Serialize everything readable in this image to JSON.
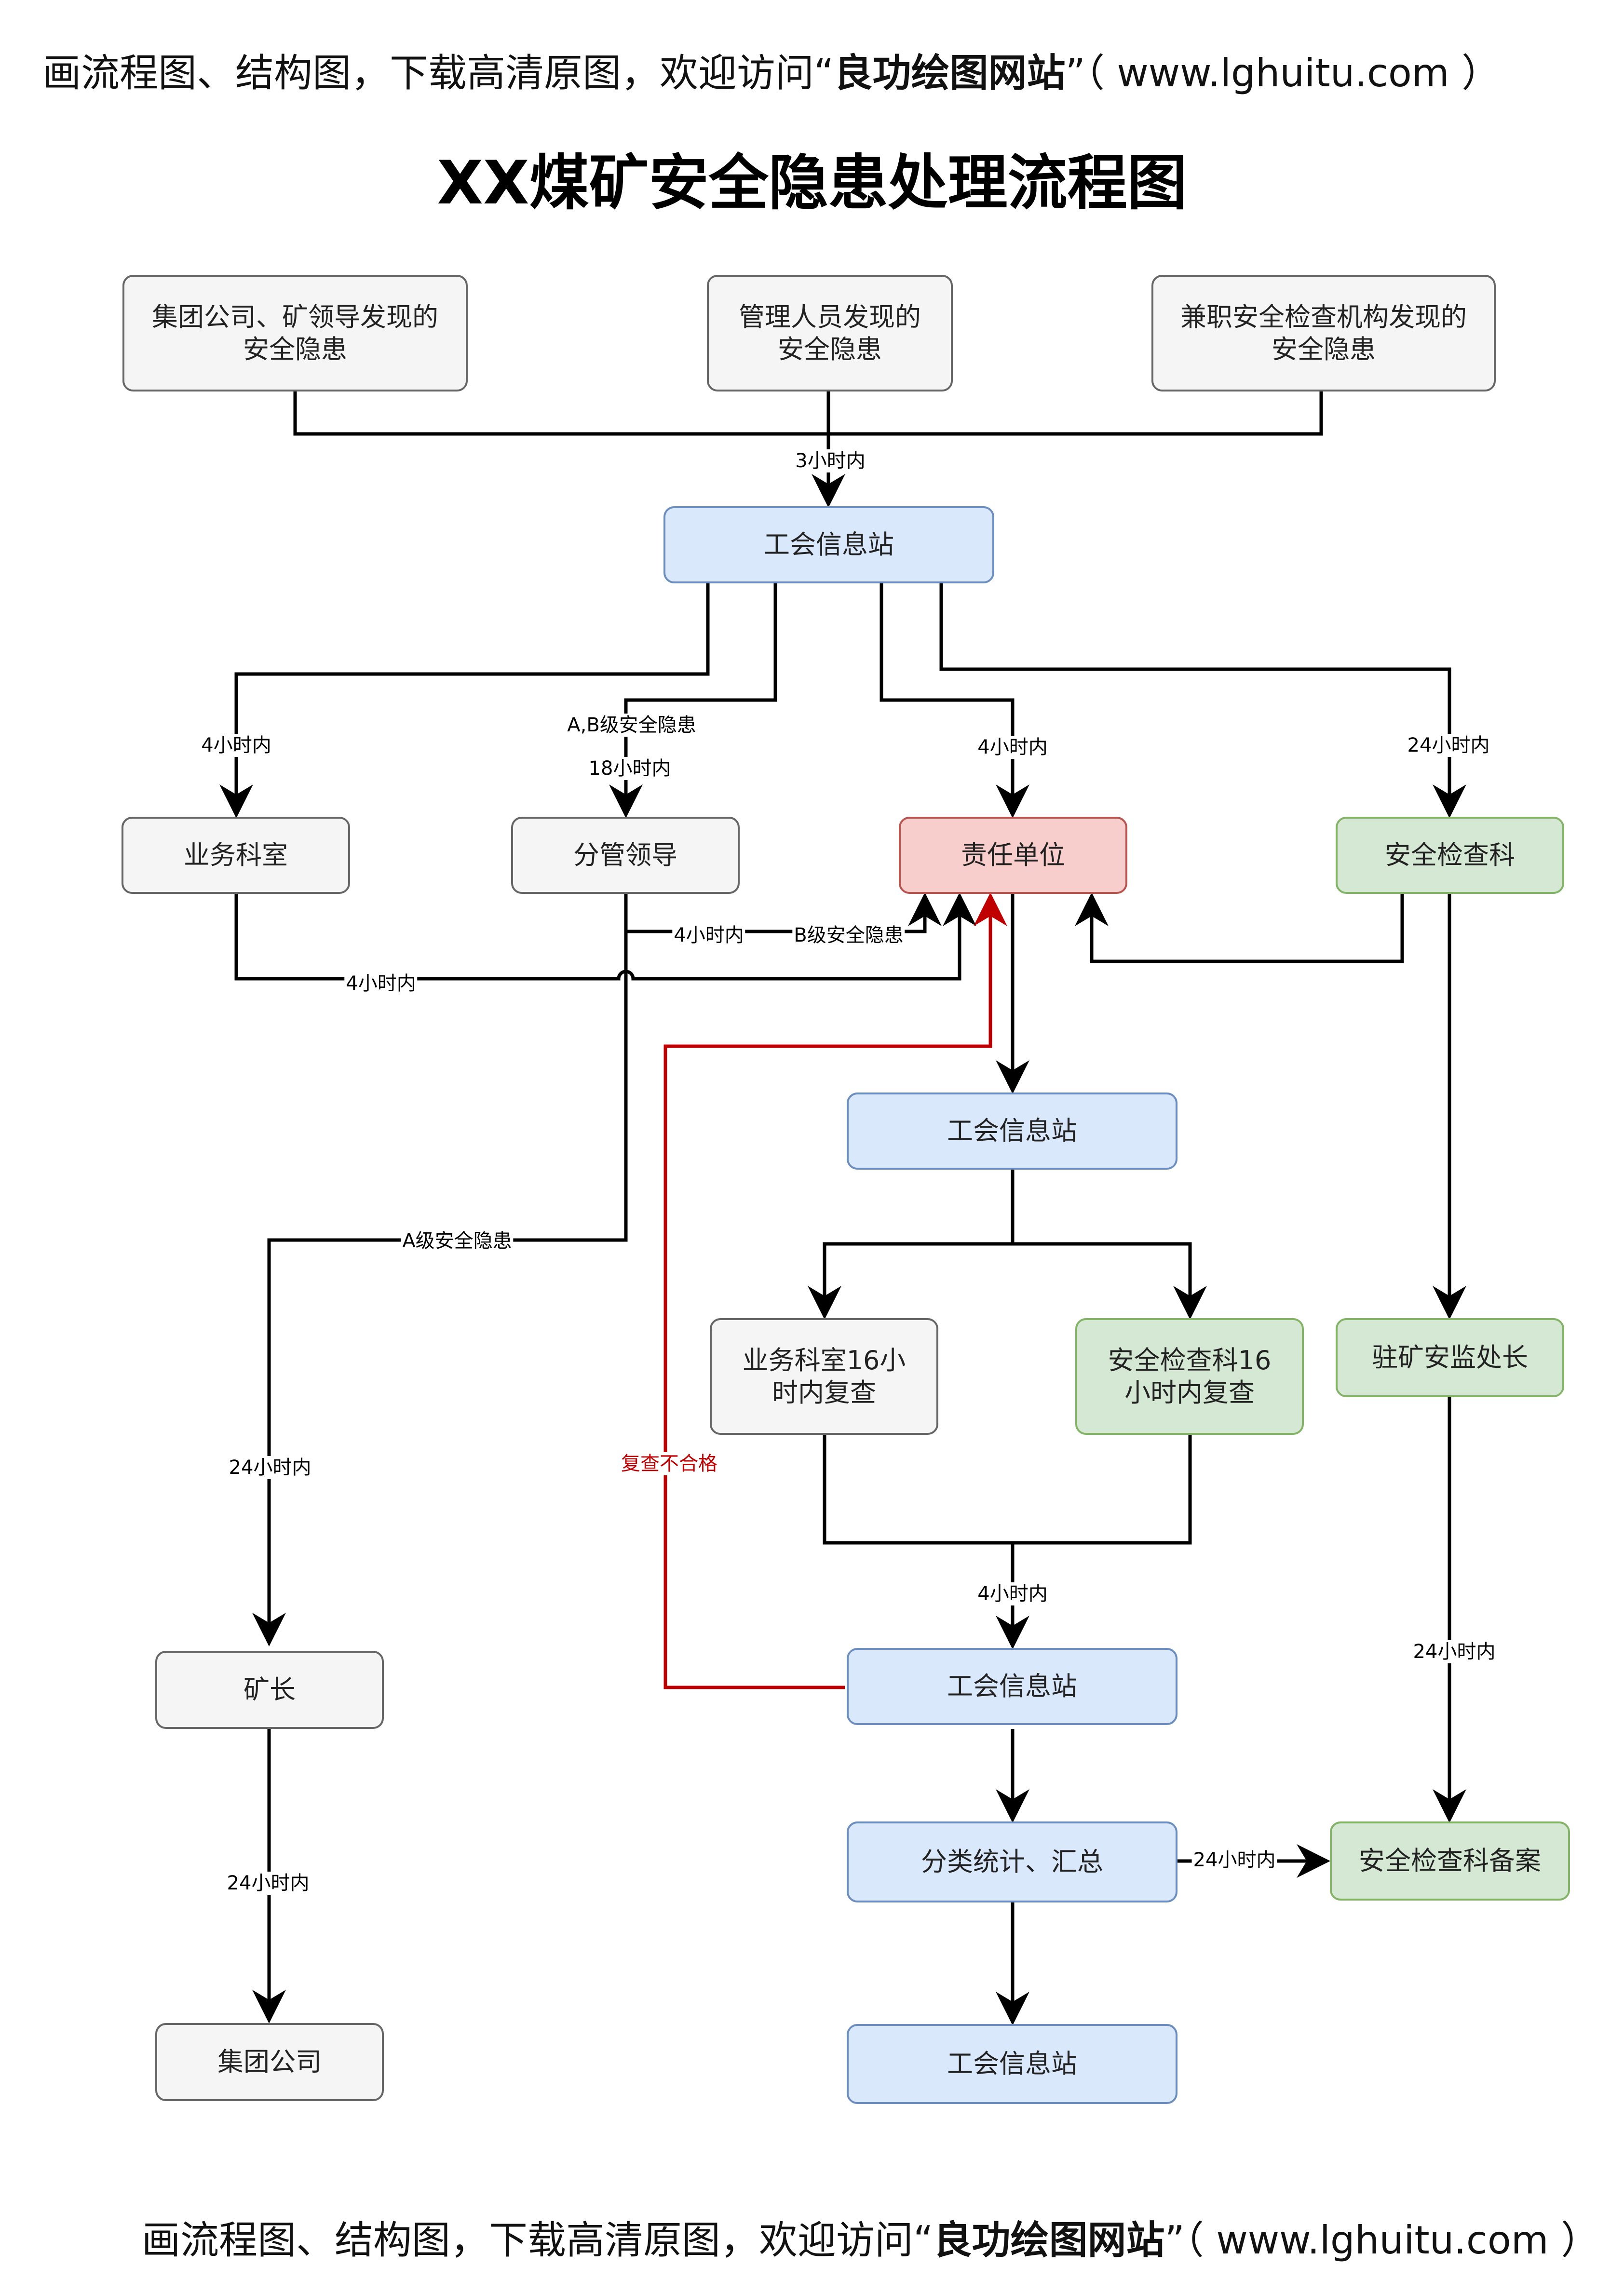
{
  "banner": {
    "prefix": "画流程图、结构图，下载高清原图，欢迎访问“",
    "brand": "良功绘图网站",
    "suffix": "”（ www.lghuitu.com ）"
  },
  "title": "XX煤矿安全隐患处理流程图",
  "colors": {
    "black_edge": "#000000",
    "red_edge": "#c00000",
    "gray_fill": "#f5f5f5",
    "blue_fill": "#dae8fc",
    "green_fill": "#d5e8d4",
    "red_fill": "#f8cecc"
  },
  "nodes": {
    "group_leaders": "集团公司、矿领导发现的\n安全隐患",
    "managers": "管理人员发现的\n安全隐患",
    "parttime_inspection": "兼职安全检查机构发现的\n安全隐患",
    "union_station_1": "工会信息站",
    "business_dept": "业务科室",
    "leader_in_charge": "分管领导",
    "responsible_unit": "责任单位",
    "safety_inspection_dept": "安全检查科",
    "union_station_2": "工会信息站",
    "business_review": "业务科室16小\n时内复查",
    "safety_review": "安全检查科16\n小时内复查",
    "resident_supervisor": "驻矿安监处长",
    "mine_director": "矿长",
    "union_station_3": "工会信息站",
    "classify_summary": "分类统计、汇总",
    "safety_record": "安全检查科备案",
    "group_company": "集团公司",
    "union_station_4": "工会信息站"
  },
  "edge_labels": {
    "to_station_1": "3小时内",
    "to_business_dept": "4小时内",
    "to_leader_ab": "A,B级安全隐患",
    "to_leader_time": "18小时内",
    "to_responsible": "4小时内",
    "to_safety_dept": "24小时内",
    "leader_b_time": "4小时内",
    "leader_b_level": "B级安全隐患",
    "business_to_unit": "4小时内",
    "leader_a_level": "A级安全隐患",
    "to_mine_director": "24小时内",
    "review_failed": "复查不合格",
    "reviews_to_station": "4小时内",
    "supervisor_to_record": "24小时内",
    "director_to_group": "24小时内",
    "summary_to_record": "24小时内"
  }
}
